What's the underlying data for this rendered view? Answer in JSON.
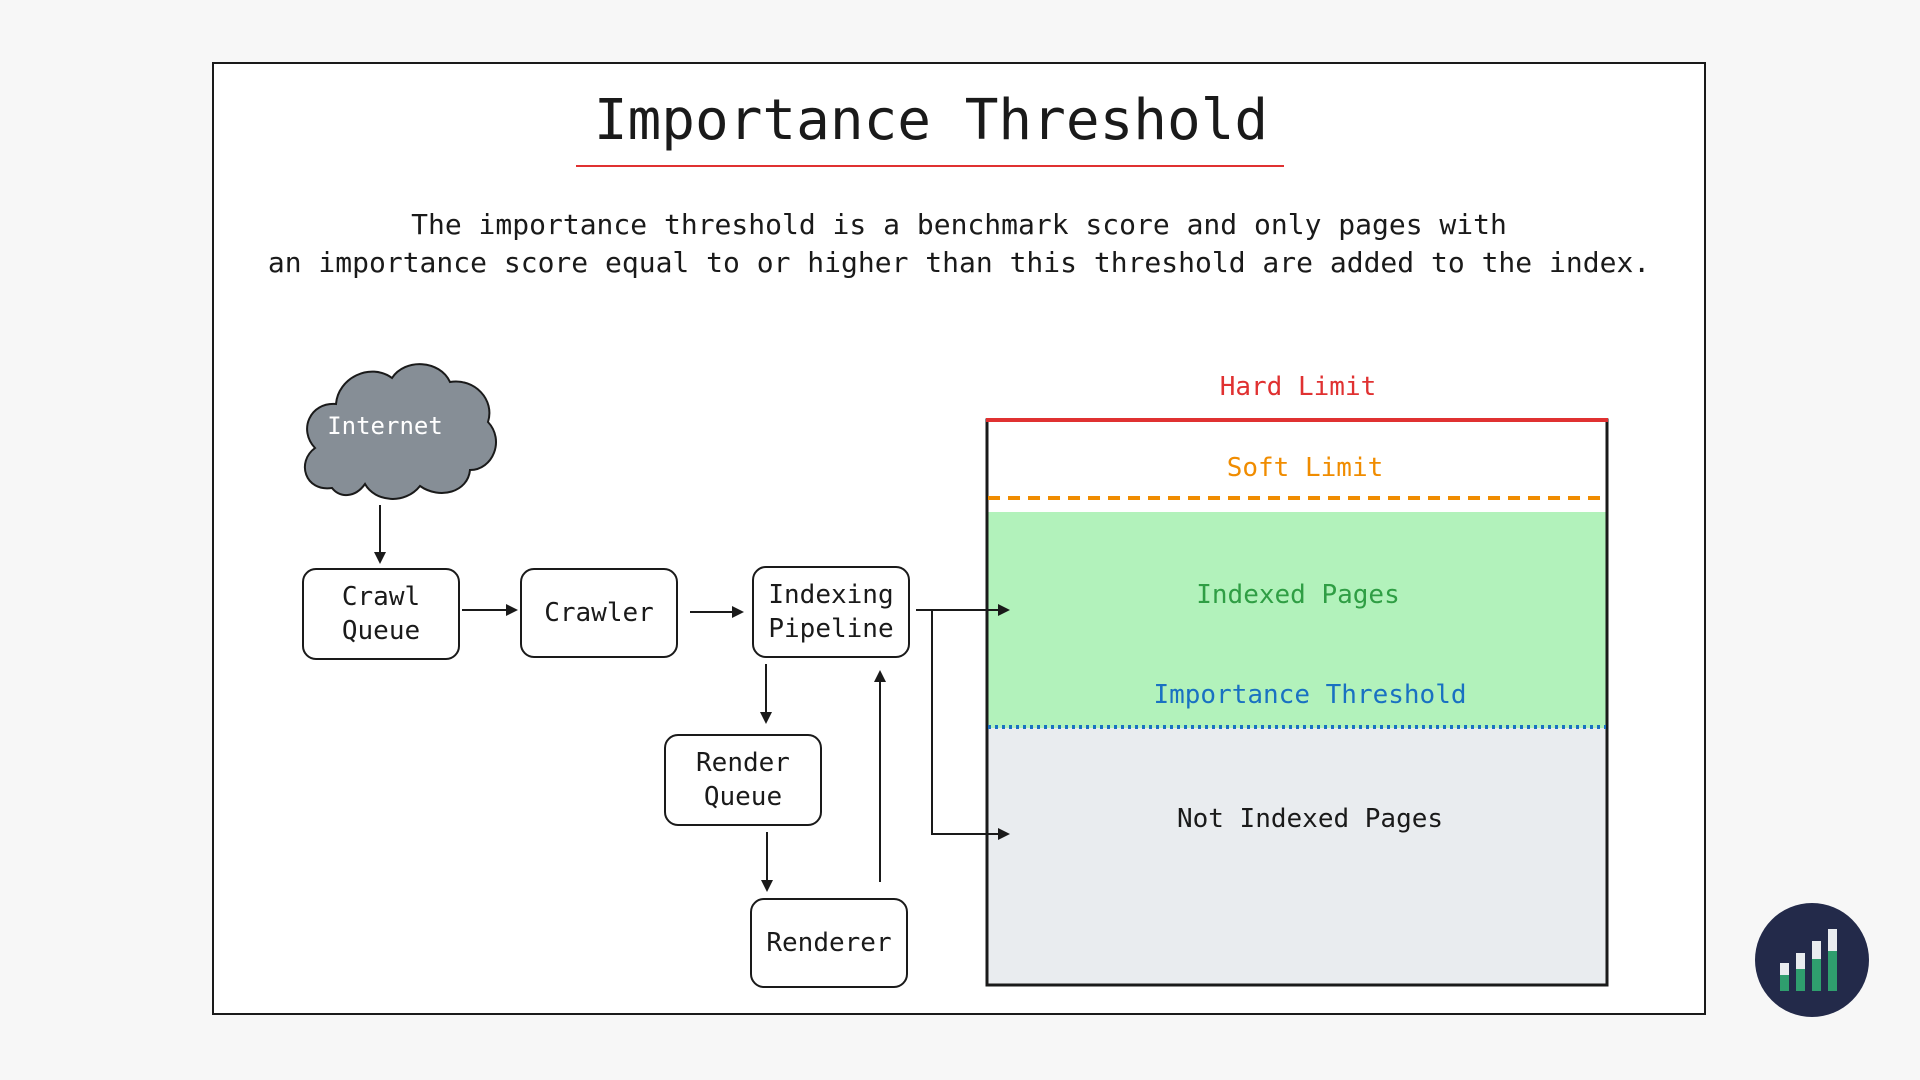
{
  "title": "Importance Threshold",
  "description": {
    "line1": "The importance threshold is a benchmark score and only pages with",
    "line2": "an importance score equal to or higher than this threshold are added to the index."
  },
  "nodes": {
    "internet": "Internet",
    "crawl_queue": [
      "Crawl",
      "Queue"
    ],
    "crawler": "Crawler",
    "indexing_pipeline": [
      "Indexing",
      "Pipeline"
    ],
    "render_queue": [
      "Render",
      "Queue"
    ],
    "renderer": "Renderer"
  },
  "index_box": {
    "hard_limit": "Hard Limit",
    "soft_limit": "Soft Limit",
    "indexed_pages": "Indexed Pages",
    "importance_threshold": "Importance Threshold",
    "not_indexed_pages": "Not Indexed Pages"
  },
  "colors": {
    "hard_limit": "#e03131",
    "soft_limit": "#f08c00",
    "indexed_fill": "#b2f2bb",
    "indexed_text": "#2f9e44",
    "threshold": "#1971c2",
    "not_indexed_fill": "#e9ecef",
    "cloud_fill": "#868e96",
    "logo_bg": "#232a4a",
    "logo_bar": "#2f9e6e"
  },
  "icons": {
    "logo": "bar-chart-logo-icon"
  }
}
